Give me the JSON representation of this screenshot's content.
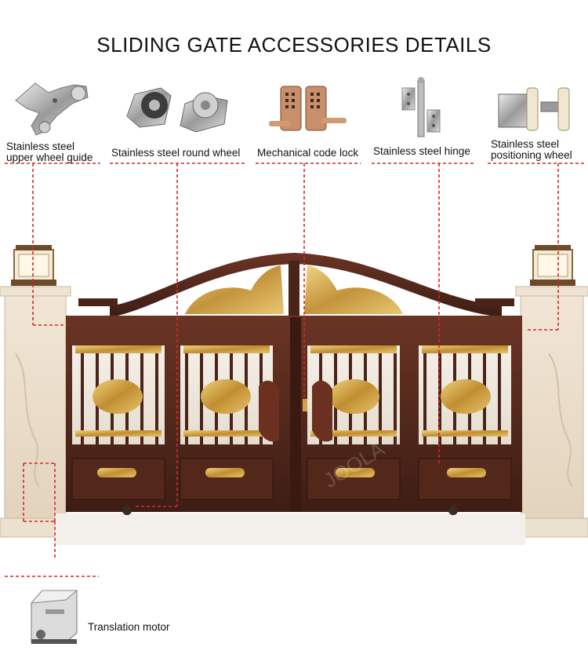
{
  "title": "SLIDING GATE ACCESSORIES DETAILS",
  "accessories": [
    {
      "icon": "upper-wheel-guide-icon",
      "label_line1": "Stainless steel",
      "label_line2": "upper wheel guide"
    },
    {
      "icon": "round-wheel-icon",
      "label_line1": "Stainless steel round wheel",
      "label_line2": ""
    },
    {
      "icon": "code-lock-icon",
      "label_line1": "Mechanical code lock",
      "label_line2": ""
    },
    {
      "icon": "hinge-icon",
      "label_line1": "Stainless steel hinge",
      "label_line2": ""
    },
    {
      "icon": "positioning-wheel-icon",
      "label_line1": "Stainless steel",
      "label_line2": "positioning wheel"
    }
  ],
  "motor": {
    "icon": "translation-motor-icon",
    "label": "Translation motor"
  },
  "watermark": "JOOLA",
  "colors": {
    "accent_line": "#d42a2a",
    "gate_frame": "#4a2418",
    "gate_ornament": "#c9a24a",
    "pillar_stone": "#e9dccb"
  }
}
